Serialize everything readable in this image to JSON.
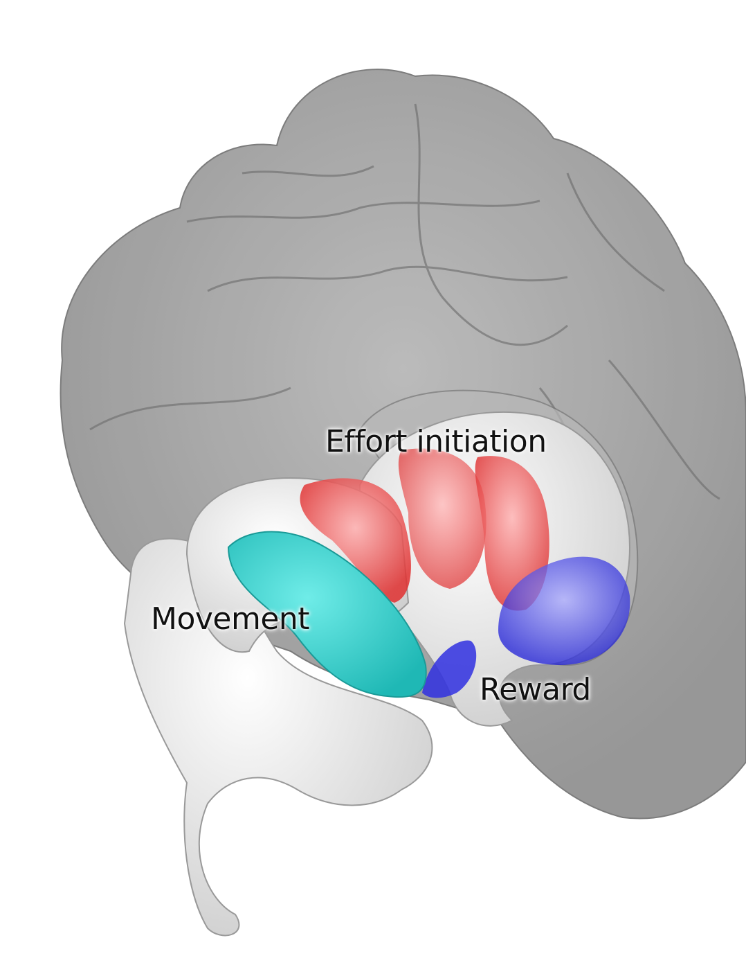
{
  "labels": {
    "effort": "Effort initiation",
    "movement": "Movement",
    "reward": "Reward"
  },
  "colors": {
    "cortex": "#9a9a9a",
    "subcortical": "#f2f2f2",
    "effort": "#e83a3a",
    "movement": "#2fd6d2",
    "reward": "#2a2ae0"
  }
}
